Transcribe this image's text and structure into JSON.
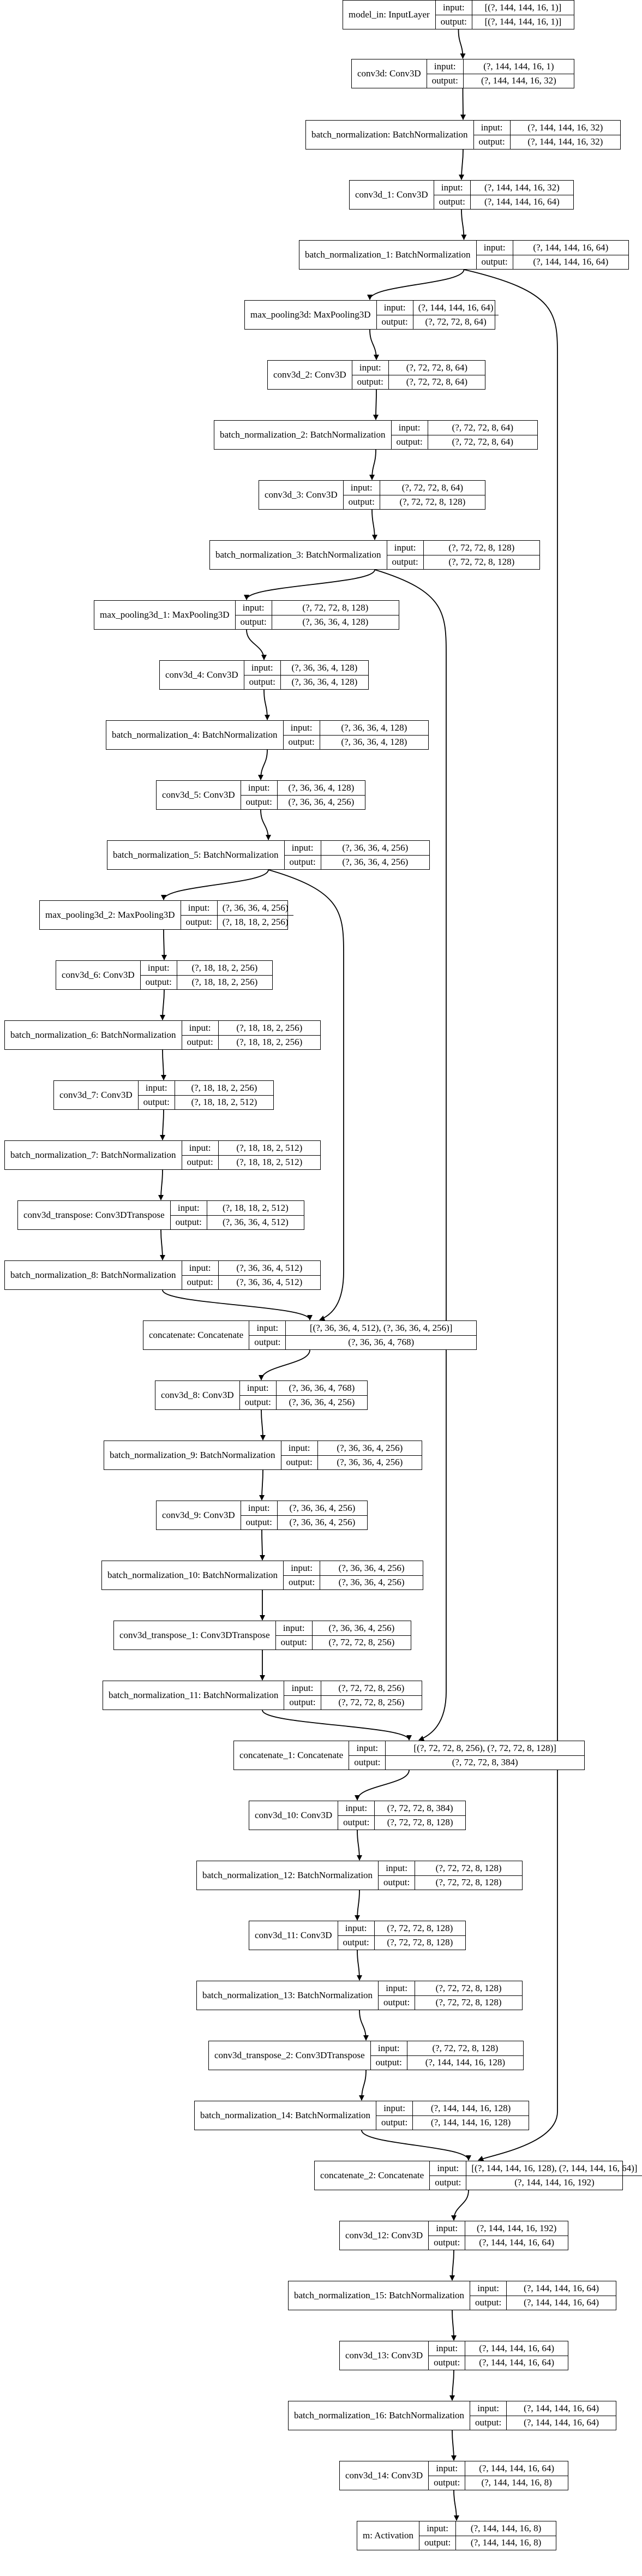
{
  "labels": {
    "input": "input:",
    "output": "output:"
  },
  "nodes": [
    {
      "id": "model_in",
      "name": "model_in: InputLayer",
      "input": "[(?, 144, 144, 16, 1)]",
      "output": "[(?, 144, 144, 16, 1)]"
    },
    {
      "id": "conv3d",
      "name": "conv3d: Conv3D",
      "input": "(?, 144, 144, 16, 1)",
      "output": "(?, 144, 144, 16, 32)"
    },
    {
      "id": "batch_normalization",
      "name": "batch_normalization: BatchNormalization",
      "input": "(?, 144, 144, 16, 32)",
      "output": "(?, 144, 144, 16, 32)"
    },
    {
      "id": "conv3d_1",
      "name": "conv3d_1: Conv3D",
      "input": "(?, 144, 144, 16, 32)",
      "output": "(?, 144, 144, 16, 64)"
    },
    {
      "id": "batch_normalization_1",
      "name": "batch_normalization_1: BatchNormalization",
      "input": "(?, 144, 144, 16, 64)",
      "output": "(?, 144, 144, 16, 64)"
    },
    {
      "id": "max_pooling3d",
      "name": "max_pooling3d: MaxPooling3D",
      "input": "(?, 144, 144, 16, 64)",
      "output": "(?, 72, 72, 8, 64)"
    },
    {
      "id": "conv3d_2",
      "name": "conv3d_2: Conv3D",
      "input": "(?, 72, 72, 8, 64)",
      "output": "(?, 72, 72, 8, 64)"
    },
    {
      "id": "batch_normalization_2",
      "name": "batch_normalization_2: BatchNormalization",
      "input": "(?, 72, 72, 8, 64)",
      "output": "(?, 72, 72, 8, 64)"
    },
    {
      "id": "conv3d_3",
      "name": "conv3d_3: Conv3D",
      "input": "(?, 72, 72, 8, 64)",
      "output": "(?, 72, 72, 8, 128)"
    },
    {
      "id": "batch_normalization_3",
      "name": "batch_normalization_3: BatchNormalization",
      "input": "(?, 72, 72, 8, 128)",
      "output": "(?, 72, 72, 8, 128)"
    },
    {
      "id": "max_pooling3d_1",
      "name": "max_pooling3d_1: MaxPooling3D",
      "input": "(?, 72, 72, 8, 128)",
      "output": "(?, 36, 36, 4, 128)"
    },
    {
      "id": "conv3d_4",
      "name": "conv3d_4: Conv3D",
      "input": "(?, 36, 36, 4, 128)",
      "output": "(?, 36, 36, 4, 128)"
    },
    {
      "id": "batch_normalization_4",
      "name": "batch_normalization_4: BatchNormalization",
      "input": "(?, 36, 36, 4, 128)",
      "output": "(?, 36, 36, 4, 128)"
    },
    {
      "id": "conv3d_5",
      "name": "conv3d_5: Conv3D",
      "input": "(?, 36, 36, 4, 128)",
      "output": "(?, 36, 36, 4, 256)"
    },
    {
      "id": "batch_normalization_5",
      "name": "batch_normalization_5: BatchNormalization",
      "input": "(?, 36, 36, 4, 256)",
      "output": "(?, 36, 36, 4, 256)"
    },
    {
      "id": "max_pooling3d_2",
      "name": "max_pooling3d_2: MaxPooling3D",
      "input": "(?, 36, 36, 4, 256)",
      "output": "(?, 18, 18, 2, 256)"
    },
    {
      "id": "conv3d_6",
      "name": "conv3d_6: Conv3D",
      "input": "(?, 18, 18, 2, 256)",
      "output": "(?, 18, 18, 2, 256)"
    },
    {
      "id": "batch_normalization_6",
      "name": "batch_normalization_6: BatchNormalization",
      "input": "(?, 18, 18, 2, 256)",
      "output": "(?, 18, 18, 2, 256)"
    },
    {
      "id": "conv3d_7",
      "name": "conv3d_7: Conv3D",
      "input": "(?, 18, 18, 2, 256)",
      "output": "(?, 18, 18, 2, 512)"
    },
    {
      "id": "batch_normalization_7",
      "name": "batch_normalization_7: BatchNormalization",
      "input": "(?, 18, 18, 2, 512)",
      "output": "(?, 18, 18, 2, 512)"
    },
    {
      "id": "conv3d_transpose",
      "name": "conv3d_transpose: Conv3DTranspose",
      "input": "(?, 18, 18, 2, 512)",
      "output": "(?, 36, 36, 4, 512)"
    },
    {
      "id": "batch_normalization_8",
      "name": "batch_normalization_8: BatchNormalization",
      "input": "(?, 36, 36, 4, 512)",
      "output": "(?, 36, 36, 4, 512)"
    },
    {
      "id": "concatenate",
      "name": "concatenate: Concatenate",
      "input": "[(?, 36, 36, 4, 512), (?, 36, 36, 4, 256)]",
      "output": "(?, 36, 36, 4, 768)"
    },
    {
      "id": "conv3d_8",
      "name": "conv3d_8: Conv3D",
      "input": "(?, 36, 36, 4, 768)",
      "output": "(?, 36, 36, 4, 256)"
    },
    {
      "id": "batch_normalization_9",
      "name": "batch_normalization_9: BatchNormalization",
      "input": "(?, 36, 36, 4, 256)",
      "output": "(?, 36, 36, 4, 256)"
    },
    {
      "id": "conv3d_9",
      "name": "conv3d_9: Conv3D",
      "input": "(?, 36, 36, 4, 256)",
      "output": "(?, 36, 36, 4, 256)"
    },
    {
      "id": "batch_normalization_10",
      "name": "batch_normalization_10: BatchNormalization",
      "input": "(?, 36, 36, 4, 256)",
      "output": "(?, 36, 36, 4, 256)"
    },
    {
      "id": "conv3d_transpose_1",
      "name": "conv3d_transpose_1: Conv3DTranspose",
      "input": "(?, 36, 36, 4, 256)",
      "output": "(?, 72, 72, 8, 256)"
    },
    {
      "id": "batch_normalization_11",
      "name": "batch_normalization_11: BatchNormalization",
      "input": "(?, 72, 72, 8, 256)",
      "output": "(?, 72, 72, 8, 256)"
    },
    {
      "id": "concatenate_1",
      "name": "concatenate_1: Concatenate",
      "input": "[(?, 72, 72, 8, 256), (?, 72, 72, 8, 128)]",
      "output": "(?, 72, 72, 8, 384)"
    },
    {
      "id": "conv3d_10",
      "name": "conv3d_10: Conv3D",
      "input": "(?, 72, 72, 8, 384)",
      "output": "(?, 72, 72, 8, 128)"
    },
    {
      "id": "batch_normalization_12",
      "name": "batch_normalization_12: BatchNormalization",
      "input": "(?, 72, 72, 8, 128)",
      "output": "(?, 72, 72, 8, 128)"
    },
    {
      "id": "conv3d_11",
      "name": "conv3d_11: Conv3D",
      "input": "(?, 72, 72, 8, 128)",
      "output": "(?, 72, 72, 8, 128)"
    },
    {
      "id": "batch_normalization_13",
      "name": "batch_normalization_13: BatchNormalization",
      "input": "(?, 72, 72, 8, 128)",
      "output": "(?, 72, 72, 8, 128)"
    },
    {
      "id": "conv3d_transpose_2",
      "name": "conv3d_transpose_2: Conv3DTranspose",
      "input": "(?, 72, 72, 8, 128)",
      "output": "(?, 144, 144, 16, 128)"
    },
    {
      "id": "batch_normalization_14",
      "name": "batch_normalization_14: BatchNormalization",
      "input": "(?, 144, 144, 16, 128)",
      "output": "(?, 144, 144, 16, 128)"
    },
    {
      "id": "concatenate_2",
      "name": "concatenate_2: Concatenate",
      "input": "[(?, 144, 144, 16, 128), (?, 144, 144, 16, 64)]",
      "output": "(?, 144, 144, 16, 192)"
    },
    {
      "id": "conv3d_12",
      "name": "conv3d_12: Conv3D",
      "input": "(?, 144, 144, 16, 192)",
      "output": "(?, 144, 144, 16, 64)"
    },
    {
      "id": "batch_normalization_15",
      "name": "batch_normalization_15: BatchNormalization",
      "input": "(?, 144, 144, 16, 64)",
      "output": "(?, 144, 144, 16, 64)"
    },
    {
      "id": "conv3d_13",
      "name": "conv3d_13: Conv3D",
      "input": "(?, 144, 144, 16, 64)",
      "output": "(?, 144, 144, 16, 64)"
    },
    {
      "id": "batch_normalization_16",
      "name": "batch_normalization_16: BatchNormalization",
      "input": "(?, 144, 144, 16, 64)",
      "output": "(?, 144, 144, 16, 64)"
    },
    {
      "id": "conv3d_14",
      "name": "conv3d_14: Conv3D",
      "input": "(?, 144, 144, 16, 64)",
      "output": "(?, 144, 144, 16, 8)"
    },
    {
      "id": "m",
      "name": "m: Activation",
      "input": "(?, 144, 144, 16, 8)",
      "output": "(?, 144, 144, 16, 8)"
    }
  ],
  "edges": [
    [
      "model_in",
      "conv3d"
    ],
    [
      "conv3d",
      "batch_normalization"
    ],
    [
      "batch_normalization",
      "conv3d_1"
    ],
    [
      "conv3d_1",
      "batch_normalization_1"
    ],
    [
      "batch_normalization_1",
      "max_pooling3d"
    ],
    [
      "max_pooling3d",
      "conv3d_2"
    ],
    [
      "conv3d_2",
      "batch_normalization_2"
    ],
    [
      "batch_normalization_2",
      "conv3d_3"
    ],
    [
      "conv3d_3",
      "batch_normalization_3"
    ],
    [
      "batch_normalization_3",
      "max_pooling3d_1"
    ],
    [
      "max_pooling3d_1",
      "conv3d_4"
    ],
    [
      "conv3d_4",
      "batch_normalization_4"
    ],
    [
      "batch_normalization_4",
      "conv3d_5"
    ],
    [
      "conv3d_5",
      "batch_normalization_5"
    ],
    [
      "batch_normalization_5",
      "max_pooling3d_2"
    ],
    [
      "max_pooling3d_2",
      "conv3d_6"
    ],
    [
      "conv3d_6",
      "batch_normalization_6"
    ],
    [
      "batch_normalization_6",
      "conv3d_7"
    ],
    [
      "conv3d_7",
      "batch_normalization_7"
    ],
    [
      "batch_normalization_7",
      "conv3d_transpose"
    ],
    [
      "conv3d_transpose",
      "batch_normalization_8"
    ],
    [
      "batch_normalization_8",
      "concatenate"
    ],
    [
      "batch_normalization_5",
      "concatenate"
    ],
    [
      "concatenate",
      "conv3d_8"
    ],
    [
      "conv3d_8",
      "batch_normalization_9"
    ],
    [
      "batch_normalization_9",
      "conv3d_9"
    ],
    [
      "conv3d_9",
      "batch_normalization_10"
    ],
    [
      "batch_normalization_10",
      "conv3d_transpose_1"
    ],
    [
      "conv3d_transpose_1",
      "batch_normalization_11"
    ],
    [
      "batch_normalization_11",
      "concatenate_1"
    ],
    [
      "batch_normalization_3",
      "concatenate_1"
    ],
    [
      "concatenate_1",
      "conv3d_10"
    ],
    [
      "conv3d_10",
      "batch_normalization_12"
    ],
    [
      "batch_normalization_12",
      "conv3d_11"
    ],
    [
      "conv3d_11",
      "batch_normalization_13"
    ],
    [
      "batch_normalization_13",
      "conv3d_transpose_2"
    ],
    [
      "conv3d_transpose_2",
      "batch_normalization_14"
    ],
    [
      "batch_normalization_14",
      "concatenate_2"
    ],
    [
      "batch_normalization_1",
      "concatenate_2"
    ],
    [
      "concatenate_2",
      "conv3d_12"
    ],
    [
      "conv3d_12",
      "batch_normalization_15"
    ],
    [
      "batch_normalization_15",
      "conv3d_13"
    ],
    [
      "conv3d_13",
      "batch_normalization_16"
    ],
    [
      "batch_normalization_16",
      "conv3d_14"
    ],
    [
      "conv3d_14",
      "m"
    ]
  ]
}
